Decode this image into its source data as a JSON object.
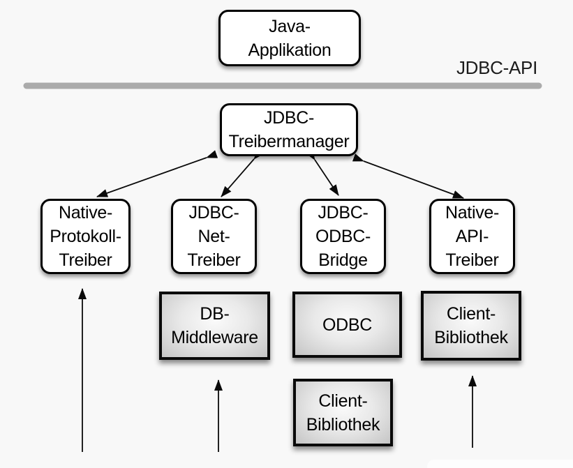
{
  "api_divider": {
    "label": "JDBC-API",
    "line_color": "#ababab"
  },
  "nodes": {
    "java_app": {
      "lines": [
        "Java-",
        "Applikation"
      ],
      "style": "white"
    },
    "treibermanager": {
      "lines": [
        "JDBC-",
        "Treibermanager"
      ],
      "style": "white"
    },
    "native_protokoll": {
      "lines": [
        "Native-",
        "Protokoll-",
        "Treiber"
      ],
      "style": "white"
    },
    "jdbc_net": {
      "lines": [
        "JDBC-",
        "Net-",
        "Treiber"
      ],
      "style": "white"
    },
    "jdbc_odbc": {
      "lines": [
        "JDBC-",
        "ODBC-",
        "Bridge"
      ],
      "style": "white"
    },
    "native_api": {
      "lines": [
        "Native-",
        "API-",
        "Treiber"
      ],
      "style": "white"
    },
    "db_middleware": {
      "lines": [
        "DB-",
        "Middleware"
      ],
      "style": "gray"
    },
    "odbc": {
      "lines": [
        "ODBC"
      ],
      "style": "gray"
    },
    "client_bib_1": {
      "lines": [
        "Client-",
        "Bibliothek"
      ],
      "style": "gray"
    },
    "client_bib_2": {
      "lines": [
        "Client-",
        "Bibliothek"
      ],
      "style": "gray"
    }
  },
  "edges": [
    {
      "from": "treibermanager",
      "to": "native_protokoll",
      "type": "bidirectional"
    },
    {
      "from": "treibermanager",
      "to": "jdbc_net",
      "type": "bidirectional"
    },
    {
      "from": "treibermanager",
      "to": "jdbc_odbc",
      "type": "bidirectional"
    },
    {
      "from": "treibermanager",
      "to": "native_api",
      "type": "bidirectional"
    },
    {
      "from": "below",
      "to": "native_protokoll",
      "type": "up-arrow"
    },
    {
      "from": "below",
      "to": "db_middleware",
      "type": "up-arrow"
    },
    {
      "from": "below",
      "to": "client_bib_1",
      "type": "up-arrow"
    }
  ]
}
